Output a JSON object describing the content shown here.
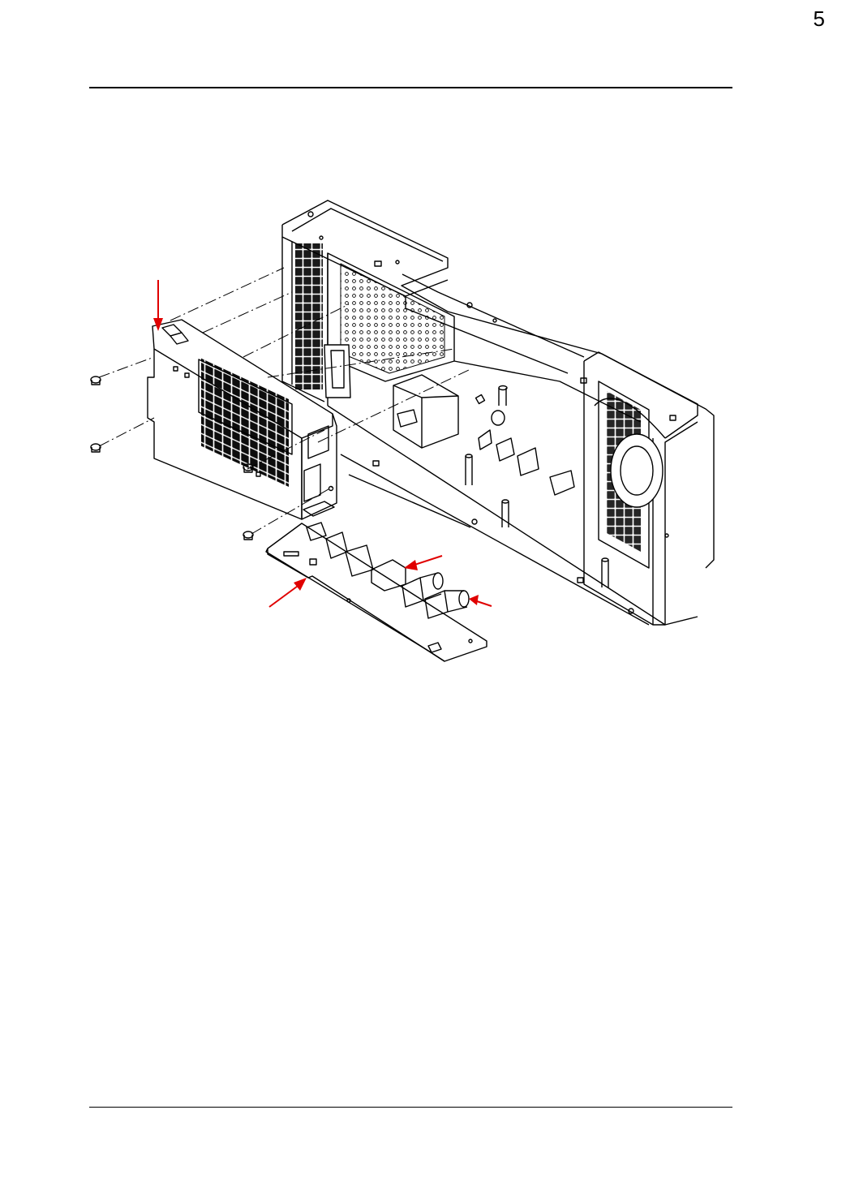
{
  "header": {
    "page_number": "5"
  },
  "figure": {
    "callout_color": "#e00000",
    "line_color": "#000000",
    "parts": [
      "chassis",
      "power-supply-module",
      "interface-board",
      "cooling-fan",
      "mounting-screws"
    ]
  }
}
